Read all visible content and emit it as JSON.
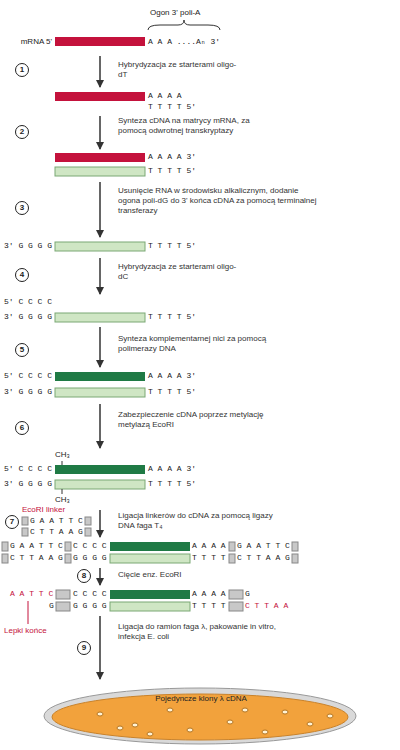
{
  "diagram": {
    "nodes": [
      {
        "text": [
          "mRNA 5'",
          "A A A ....Aₙ 3'"
        ]
      },
      {
        "text": [
          "A A A A",
          "T T T T 5'"
        ]
      },
      {
        "text": [
          "A A A A 3'",
          "T T T T 5'"
        ]
      },
      {
        "text": [
          "3' G G G G",
          "T T T T 5'"
        ]
      },
      {
        "text": [
          "5' C C C C",
          "3' G G G G",
          "T T T T 5'"
        ]
      },
      {
        "text": [
          "5' C C C C",
          "A A A A 3'",
          "3' G G G G",
          "T T T T 5'"
        ]
      },
      {
        "text": [
          "CH₃",
          "5' C C C C",
          "A A A A 3'",
          "3' G G G G",
          "T T T T 5'",
          "CH₃"
        ]
      },
      {
        "text": [
          "G A A T T C",
          "C C C C",
          "A A A A",
          "G A A T T C",
          "C T T A A G",
          "G G G G",
          "T T T T",
          "C T T A A G"
        ]
      },
      {
        "text": [
          "A A T T C",
          "C C C C",
          "A A A A",
          "G",
          "G",
          "G G G G",
          "T T T T",
          "C T T A A"
        ]
      },
      {
        "text": [
          "Pojedyncze klony λ cDNA"
        ]
      }
    ],
    "edges": [
      {
        "from": 0,
        "to": 1,
        "arrow": "to",
        "label": "Hybrydyzacja ze starterami oligo-dT"
      },
      {
        "from": 1,
        "to": 2,
        "arrow": "to",
        "label": "Synteza cDNA na matrycy mRNA, za pomocą odwrotnej transkryptazy"
      },
      {
        "from": 2,
        "to": 3,
        "arrow": "to",
        "label": "Usunięcie RNA w środowisku alkalicznym, dodanie ogona poli-dG do 3' końca cDNA za pomocą terminalnej transferazy"
      },
      {
        "from": 3,
        "to": 4,
        "arrow": "to",
        "label": "Hybrydyzacja ze starterami oligo-dC"
      },
      {
        "from": 4,
        "to": 5,
        "arrow": "to",
        "label": "Synteza komplementarnej nici za pomocą polimerazy DNA"
      },
      {
        "from": 5,
        "to": 6,
        "arrow": "to",
        "label": "Zabezpieczenie cDNA poprzez metylację metylazą EcoRI"
      },
      {
        "from": 6,
        "to": 7,
        "arrow": "to",
        "label": "Ligacja linkerów do cDNA za pomocą ligazy DNA faga T₄"
      },
      {
        "from": 7,
        "to": 8,
        "arrow": "to",
        "label": "Cięcie enz. EcoRI"
      },
      {
        "from": 8,
        "to": 9,
        "arrow": "to",
        "label": "Ligacja do ramion faga λ, pakowanie in vitro, infekcja E. coli"
      }
    ],
    "labels": [
      "Ogon 3' poli-A",
      "1",
      "2",
      "3",
      "4",
      "5",
      "6",
      "EcoRI linker",
      "G A A T T C",
      "C T T A A G",
      "7",
      "8",
      "Lepki końce",
      "9"
    ]
  }
}
